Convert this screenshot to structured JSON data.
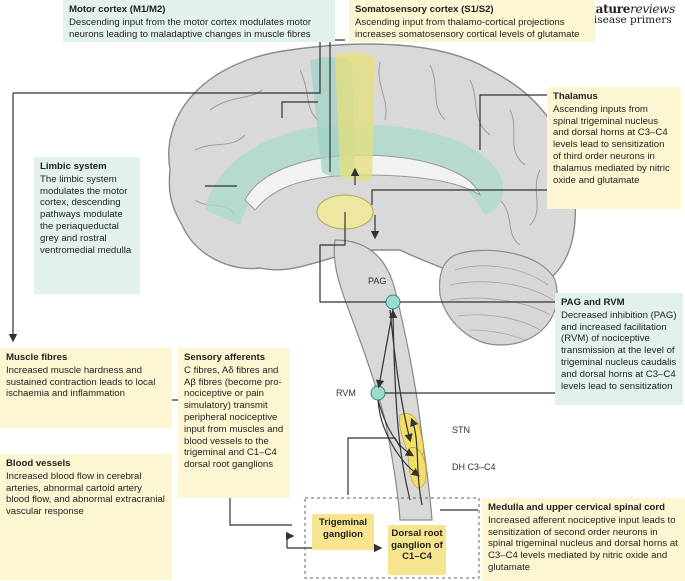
{
  "brand": {
    "line1": "nature",
    "line1b": "reviews",
    "line2": "disease primers"
  },
  "motor": {
    "title": "Motor cortex (M1/M2)",
    "body": "Descending input from the motor cortex modulates motor neurons leading to maladaptive changes in muscle fibres"
  },
  "somato": {
    "title": "Somatosensory cortex (S1/S2)",
    "body": "Ascending input from thalamo-cortical projections increases somatosensory cortical levels of glutamate"
  },
  "thalamus": {
    "title": "Thalamus",
    "body": "Ascending inputs from spinal trigeminal nucleus and dorsal horns at C3–C4 levels lead to sensitization of third order neurons in thalamus mediated by nitric oxide and glutamate"
  },
  "limbic": {
    "title": "Limbic system",
    "body": "The limbic system modulates the motor cortex, descending pathways modulate the periaqueductal grey and rostral ventromedial medulla"
  },
  "pag": {
    "title": "PAG and RVM",
    "body": "Decreased inhibition (PAG) and increased facilitation (RVM) of nociceptive transmission at the level of trigeminal nucleus caudalis and dorsal horns at C3–C4 levels lead to sensitization"
  },
  "muscle": {
    "title": "Muscle fibres",
    "body": "Increased muscle hardness and sustained contraction leads to local ischaemia and inflammation"
  },
  "vessels": {
    "title": "Blood vessels",
    "body": "Increased blood flow in cerebral arteries, abnormal cartoid artery blood flow, and abnormal extracranial vascular response"
  },
  "afferents": {
    "title": "Sensory afferents",
    "body": "C fibres, Aδ fibres and Aβ fibres (become pro-nociceptive or pain simulatory) transmit peripheral nociceptive input from muscles and blood vessels to the trigeminal and C1–C4 dorsal root ganglions"
  },
  "medulla": {
    "title": "Medulla and upper cervical spinal cord",
    "body": "Increased afferent nociceptive input leads to sensitization of second order neurons in spinal trigeminal nucleus and dorsal horns at C3–C4 levels mediated by nitric oxide and glutamate"
  },
  "trigeminal": "Trigeminal ganglion",
  "drg": "Dorsal root ganglion of C1–C4",
  "labels": {
    "pag": "PAG",
    "rvm": "RVM",
    "stn": "STN",
    "dh": "DH C3–C4"
  },
  "colors": {
    "yellow_box": "#fdf6d2",
    "green_box": "#e3f1ec",
    "pill": "#f7e48f",
    "brain": "#d9d9d9",
    "teal": "#2bb3a0"
  }
}
